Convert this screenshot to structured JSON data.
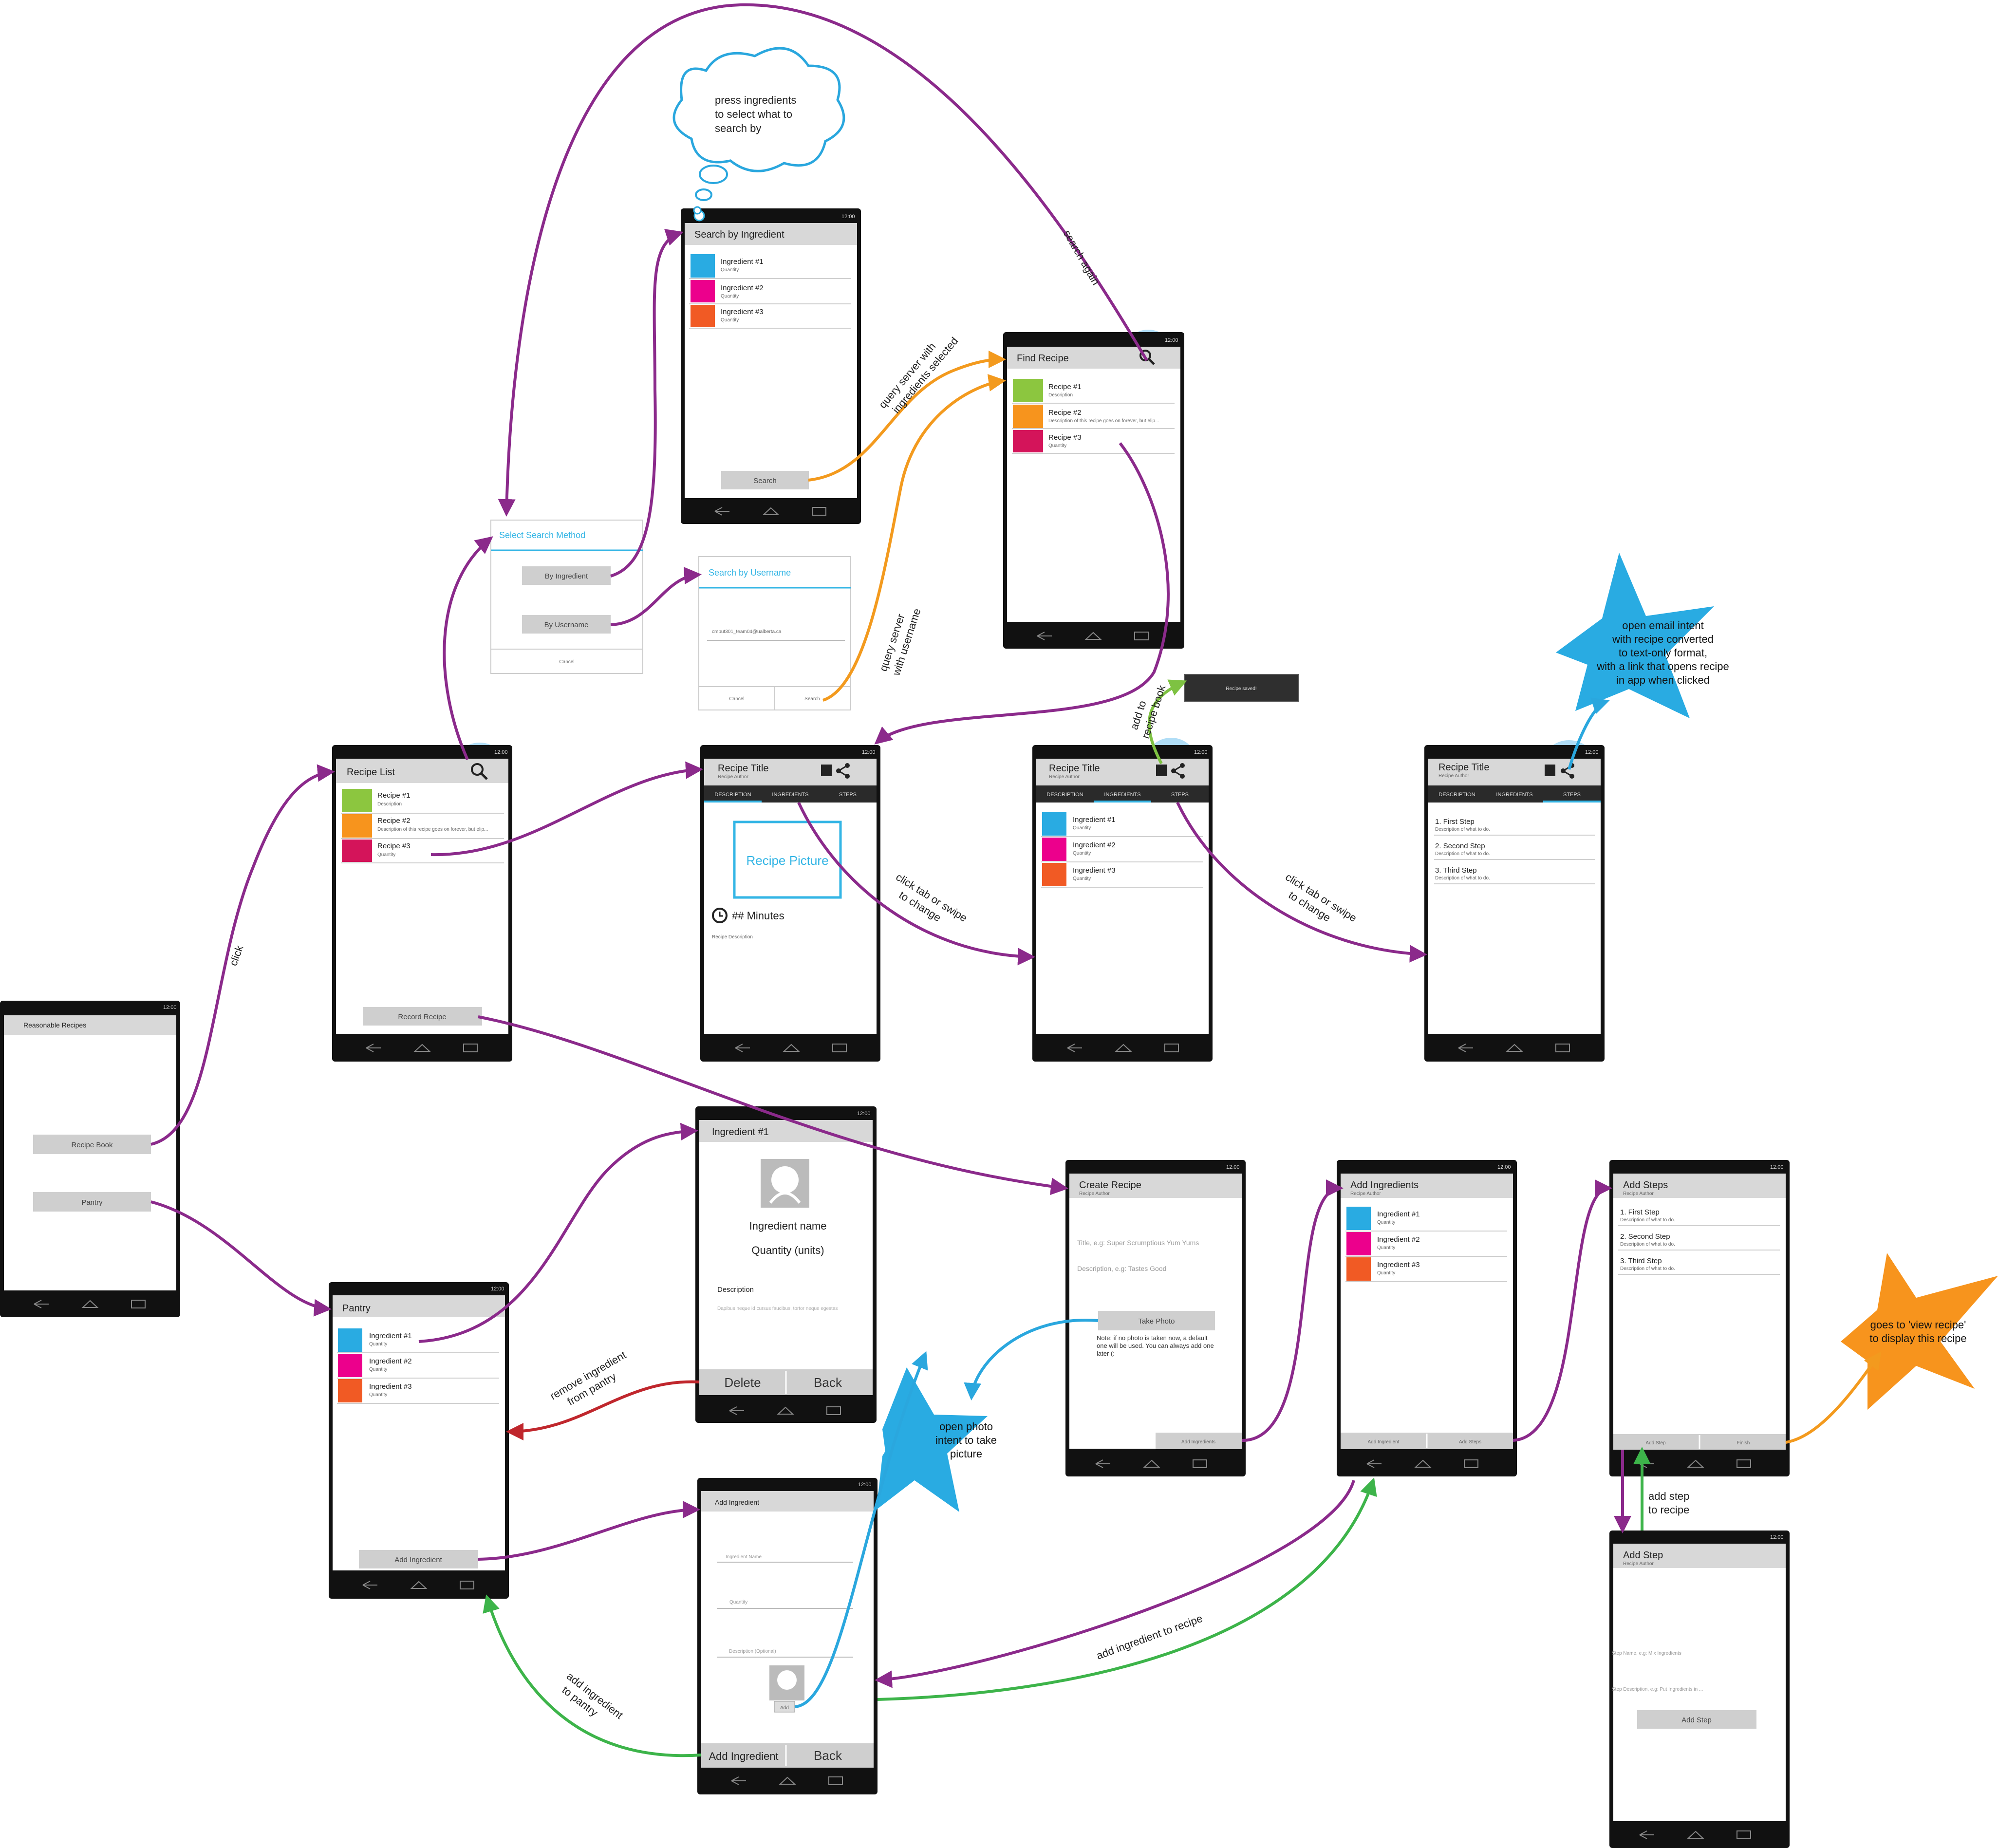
{
  "status_time": "12:00",
  "main_menu": {
    "title": "Reasonable Recipes",
    "recipe_book_button": "Recipe Book",
    "pantry_button": "Pantry"
  },
  "recipe_list": {
    "title": "Recipe List",
    "items": [
      {
        "name": "Recipe #1",
        "sub": "Description",
        "color": "#8cc63f"
      },
      {
        "name": "Recipe #2",
        "sub": "Description of this recipe goes on forever, but elip...",
        "color": "#f7941d"
      },
      {
        "name": "Recipe #3",
        "sub": "Quantity",
        "color": "#d4145a"
      }
    ],
    "record_button": "Record Recipe"
  },
  "search_dialog": {
    "title": "Select Search Method",
    "by_ingredient": "By Ingredient",
    "by_username": "By Username",
    "cancel": "Cancel"
  },
  "search_by_ingredient": {
    "title": "Search by Ingredient",
    "items": [
      {
        "name": "Ingredient #1",
        "sub": "Quantity",
        "color": "#29abe2"
      },
      {
        "name": "Ingredient #2",
        "sub": "Quantity",
        "color": "#ec008c"
      },
      {
        "name": "Ingredient #3",
        "sub": "Quantity",
        "color": "#f15a24"
      }
    ],
    "search_button": "Search"
  },
  "search_by_username": {
    "title": "Search by Username",
    "value": "cmput301_team04@ualberta.ca",
    "cancel": "Cancel",
    "search": "Search"
  },
  "find_recipe": {
    "title": "Find Recipe",
    "items": [
      {
        "name": "Recipe #1",
        "sub": "Description",
        "color": "#8cc63f"
      },
      {
        "name": "Recipe #2",
        "sub": "Description of this recipe goes on forever, but elip...",
        "color": "#f7941d"
      },
      {
        "name": "Recipe #3",
        "sub": "Quantity",
        "color": "#d4145a"
      }
    ]
  },
  "view_recipe": {
    "title": "Recipe Title",
    "author": "Recipe Author",
    "tabs": [
      "DESCRIPTION",
      "INGREDIENTS",
      "STEPS"
    ],
    "picture": "Recipe Picture",
    "minutes": "## Minutes",
    "description": "Recipe Description",
    "ingredients": [
      {
        "name": "Ingredient #1",
        "sub": "Quantity",
        "color": "#29abe2"
      },
      {
        "name": "Ingredient #2",
        "sub": "Quantity",
        "color": "#ec008c"
      },
      {
        "name": "Ingredient #3",
        "sub": "Quantity",
        "color": "#f15a24"
      }
    ],
    "steps": [
      {
        "name": "1. First Step",
        "sub": "Description of what to do."
      },
      {
        "name": "2. Second Step",
        "sub": "Description of what to do."
      },
      {
        "name": "3. Third Step",
        "sub": "Description of what to do."
      }
    ]
  },
  "toast": "Recipe saved!",
  "pantry": {
    "title": "Pantry",
    "items": [
      {
        "name": "Ingredient #1",
        "sub": "Quantity",
        "color": "#29abe2"
      },
      {
        "name": "Ingredient #2",
        "sub": "Quantity",
        "color": "#ec008c"
      },
      {
        "name": "Ingredient #3",
        "sub": "Quantity",
        "color": "#f15a24"
      }
    ],
    "add_button": "Add Ingredient"
  },
  "ingredient_detail": {
    "title": "Ingredient #1",
    "name": "Ingredient name",
    "quantity": "Quantity (units)",
    "desc_label": "Description",
    "desc_text": "Dapibus neque id cursus faucibus, tortor neque egestas",
    "delete": "Delete",
    "back": "Back"
  },
  "add_ingredient": {
    "title": "Add Ingredient",
    "name_hint": "Ingredient Name",
    "qty_hint": "Quantity",
    "desc_hint": "Description (Optional)",
    "add_photo": "Add",
    "add_button": "Add Ingredient",
    "back": "Back"
  },
  "create_recipe": {
    "title": "Create Recipe",
    "author": "Recipe Author",
    "title_hint": "Title, e.g: Super Scrumptious Yum Yums",
    "desc_hint": "Description, e.g: Tastes Good",
    "photo_button": "Take Photo",
    "note": "Note: if no photo is taken now, a default one will be used. You can always add one later (:",
    "add_ingredients": "Add Ingredients"
  },
  "add_ingredients": {
    "title": "Add Ingredients",
    "author": "Recipe Author",
    "items": [
      {
        "name": "Ingredient #1",
        "sub": "Quantity",
        "color": "#29abe2"
      },
      {
        "name": "Ingredient #2",
        "sub": "Quantity",
        "color": "#ec008c"
      },
      {
        "name": "Ingredient #3",
        "sub": "Quantity",
        "color": "#f15a24"
      }
    ],
    "add_ingredient": "Add Ingredient",
    "add_steps": "Add Steps"
  },
  "add_steps": {
    "title": "Add Steps",
    "author": "Recipe Author",
    "items": [
      {
        "name": "1. First Step",
        "sub": "Description of what to do."
      },
      {
        "name": "2. Second Step",
        "sub": "Description of what to do."
      },
      {
        "name": "3. Third Step",
        "sub": "Description of what to do."
      }
    ],
    "add_step": "Add Step",
    "finish": "Finish"
  },
  "add_step": {
    "title": "Add Step",
    "author": "Recipe Author",
    "name_hint": "Step Name, e.g: Mix Ingredients",
    "desc_hint": "Step Description, e.g: Put Ingredients in ...",
    "button": "Add Step"
  },
  "annotations": {
    "click": "click",
    "search_again": "search again",
    "query_ingredients_1": "query server with",
    "query_ingredients_2": "ingredients selected",
    "query_username_1": "query server",
    "query_username_2": "with username",
    "add_book_1": "add to",
    "add_book_2": "recipe book",
    "tab_swipe_1": "click tab or swipe",
    "tab_swipe_2": "to change",
    "remove_1": "remove ingredient",
    "remove_2": "from pantry",
    "add_pantry_1": "add ingredient",
    "add_pantry_2": "to pantry",
    "add_to_recipe": "add ingredient to recipe",
    "add_step_1": "add step",
    "add_step_2": "to recipe"
  },
  "cloud": [
    "press ingredients",
    "to select what to",
    "search by"
  ],
  "stars": {
    "email": [
      "open email intent",
      "with recipe converted",
      "to text-only format,",
      "with a link that opens recipe",
      "in app when clicked"
    ],
    "photo": [
      "open photo",
      "intent to take",
      "picture"
    ],
    "finish": [
      "goes to 'view recipe'",
      "to display this recipe"
    ]
  },
  "colors": {
    "purple": "#8b2a8b",
    "orange": "#f39a1e",
    "green": "#3db44a",
    "blue": "#2aa7de",
    "red": "#c0272d",
    "accent": "#33b5e5"
  }
}
